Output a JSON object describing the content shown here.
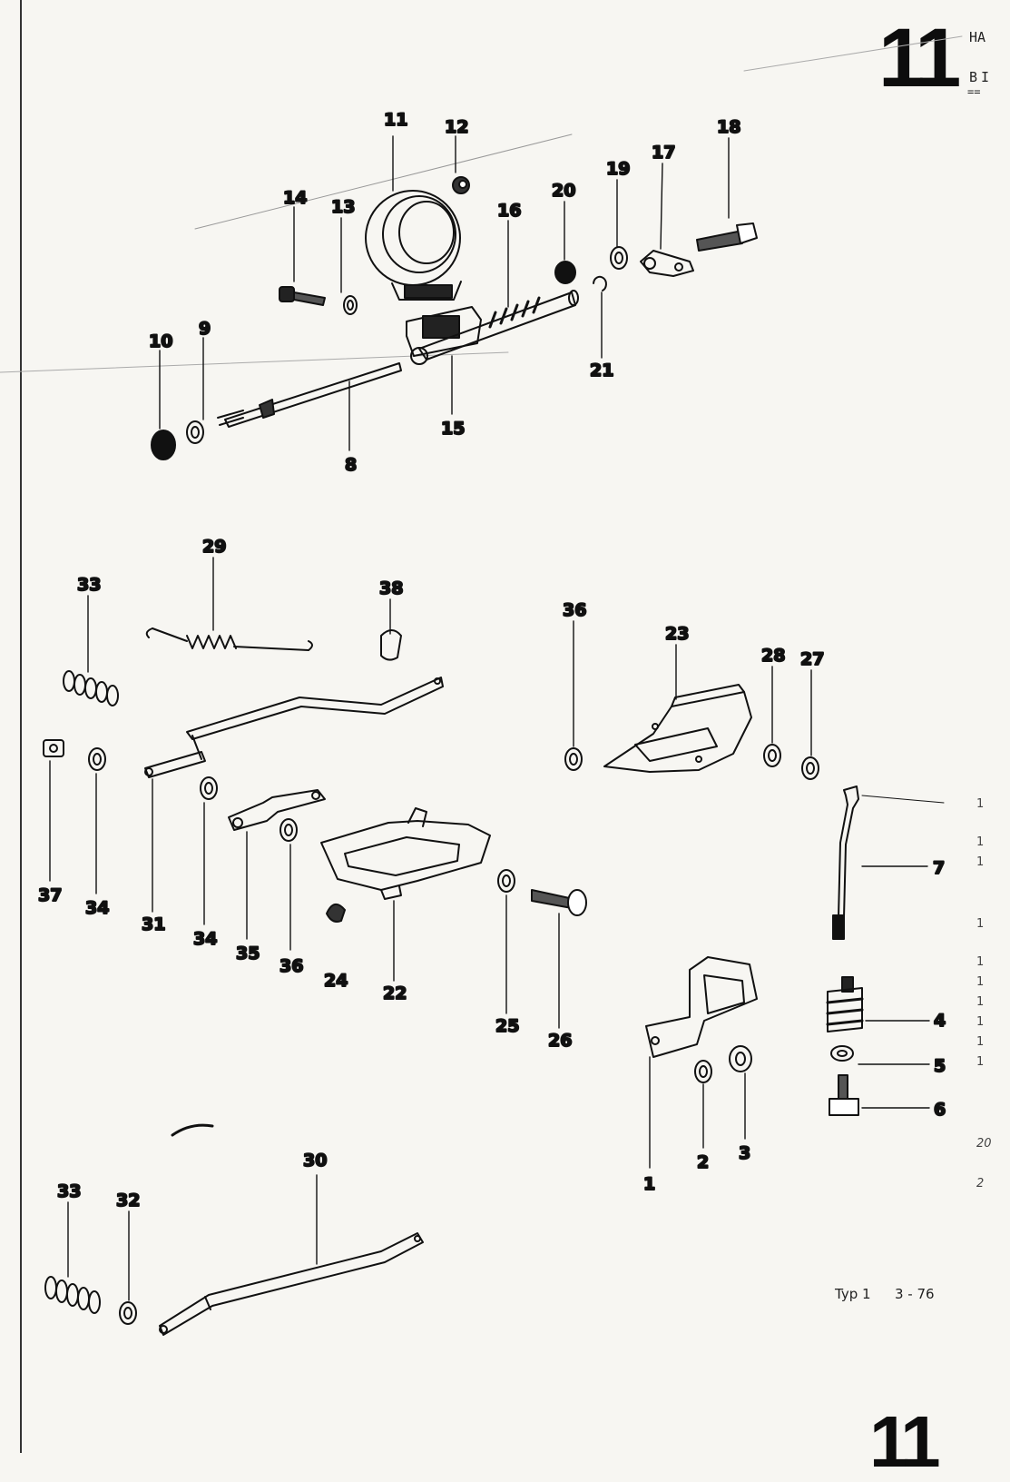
{
  "header": {
    "section_number": "11",
    "line1": "HA",
    "line2": "BI",
    "rule": "=="
  },
  "footer": {
    "type_label": "Typ 1",
    "date_label": "3 - 76",
    "section_number": "11"
  },
  "margin_marks": [
    "1",
    "1",
    "1",
    "1",
    "1",
    "1",
    "1",
    "1",
    "1",
    "1",
    "20",
    "2"
  ],
  "callouts": [
    {
      "id": "c1",
      "label": "1"
    },
    {
      "id": "c2",
      "label": "2"
    },
    {
      "id": "c3",
      "label": "3"
    },
    {
      "id": "c4",
      "label": "4"
    },
    {
      "id": "c5",
      "label": "5"
    },
    {
      "id": "c6",
      "label": "6"
    },
    {
      "id": "c7",
      "label": "7"
    },
    {
      "id": "c8",
      "label": "8"
    },
    {
      "id": "c9",
      "label": "9"
    },
    {
      "id": "c10",
      "label": "10"
    },
    {
      "id": "c11",
      "label": "11"
    },
    {
      "id": "c12",
      "label": "12"
    },
    {
      "id": "c13",
      "label": "13"
    },
    {
      "id": "c14",
      "label": "14"
    },
    {
      "id": "c15",
      "label": "15"
    },
    {
      "id": "c16",
      "label": "16"
    },
    {
      "id": "c17",
      "label": "17"
    },
    {
      "id": "c18",
      "label": "18"
    },
    {
      "id": "c19",
      "label": "19"
    },
    {
      "id": "c20",
      "label": "20"
    },
    {
      "id": "c21",
      "label": "21"
    },
    {
      "id": "c22",
      "label": "22"
    },
    {
      "id": "c23",
      "label": "23"
    },
    {
      "id": "c24",
      "label": "24"
    },
    {
      "id": "c25",
      "label": "25"
    },
    {
      "id": "c26",
      "label": "26"
    },
    {
      "id": "c27",
      "label": "27"
    },
    {
      "id": "c28",
      "label": "28"
    },
    {
      "id": "c29",
      "label": "29"
    },
    {
      "id": "c30",
      "label": "30"
    },
    {
      "id": "c31",
      "label": "31"
    },
    {
      "id": "c32",
      "label": "32"
    },
    {
      "id": "c33a",
      "label": "33"
    },
    {
      "id": "c33b",
      "label": "33"
    },
    {
      "id": "c34a",
      "label": "34"
    },
    {
      "id": "c34b",
      "label": "34"
    },
    {
      "id": "c35",
      "label": "35"
    },
    {
      "id": "c36a",
      "label": "36"
    },
    {
      "id": "c36b",
      "label": "36"
    },
    {
      "id": "c37",
      "label": "37"
    },
    {
      "id": "c38",
      "label": "38"
    }
  ]
}
